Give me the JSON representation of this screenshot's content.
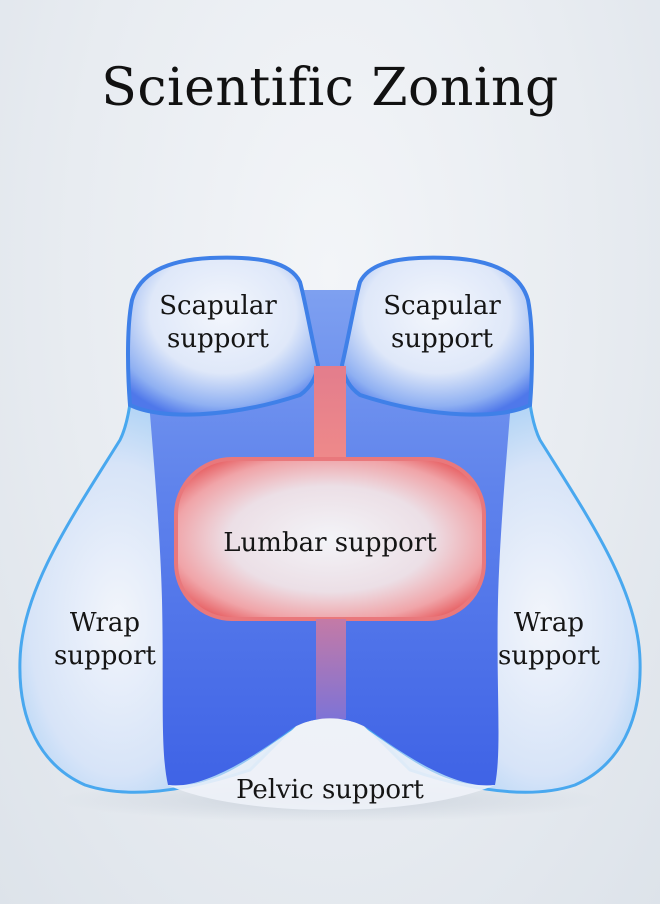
{
  "title": "Scientific Zoning",
  "zones": {
    "scapular_left": {
      "line1": "Scapular",
      "line2": "support"
    },
    "scapular_right": {
      "line1": "Scapular",
      "line2": "support"
    },
    "lumbar": {
      "line1": "Lumbar support"
    },
    "wrap_left": {
      "line1": "Wrap",
      "line2": "support"
    },
    "wrap_right": {
      "line1": "Wrap",
      "line2": "support"
    },
    "pelvic": {
      "line1": "Pelvic support"
    }
  },
  "colors": {
    "support_blue": "#2f7de0",
    "outline_blue": "#3aa0f0",
    "lumbar_red": "#e8676a"
  }
}
